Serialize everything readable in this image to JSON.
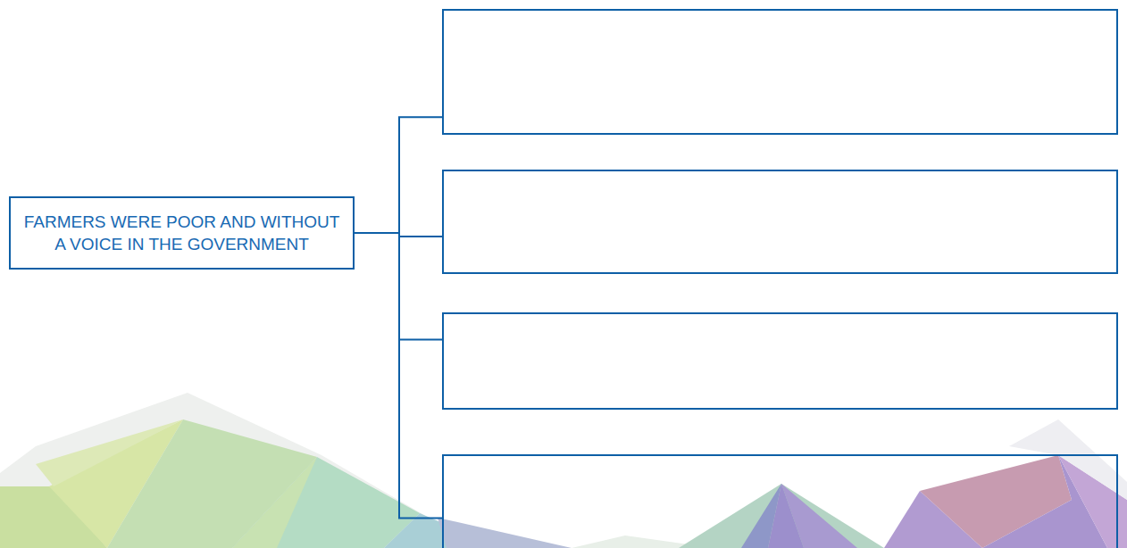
{
  "diagram": {
    "nodes": [
      {
        "text": [
          "FARMERS WERE POOR AND WITHOUT A VOICE IN THE GOVERNMENT"
        ]
      },
      {
        "text": []
      },
      {
        "text": []
      },
      {
        "text": []
      },
      {
        "text": []
      }
    ],
    "edges": [
      {
        "from": 0,
        "to": 1,
        "arrow": "none"
      },
      {
        "from": 0,
        "to": 2,
        "arrow": "none"
      },
      {
        "from": 0,
        "to": 3,
        "arrow": "none"
      },
      {
        "from": 0,
        "to": 4,
        "arrow": "none"
      }
    ]
  }
}
